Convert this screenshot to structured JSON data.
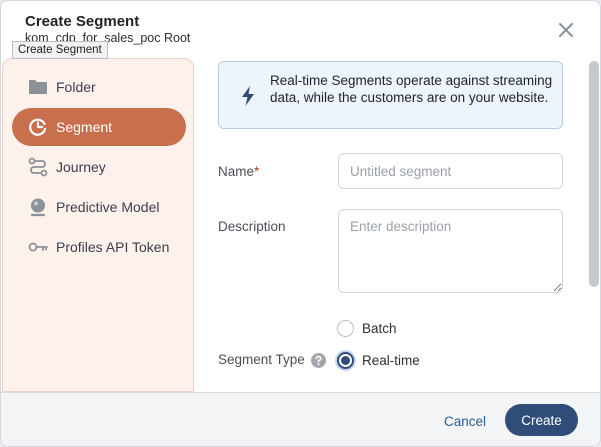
{
  "dialog": {
    "title": "Create Segment",
    "subtitle": "kom_cdp_for_sales_poc Root",
    "tooltip": "Create Segment",
    "close_icon": "close-icon"
  },
  "sidebar": {
    "items": [
      {
        "label": "Folder",
        "icon": "folder-icon",
        "active": false
      },
      {
        "label": "Segment",
        "icon": "segment-icon",
        "active": true
      },
      {
        "label": "Journey",
        "icon": "journey-icon",
        "active": false
      },
      {
        "label": "Predictive Model",
        "icon": "predictive-model-icon",
        "active": false
      },
      {
        "label": "Profiles API Token",
        "icon": "key-icon",
        "active": false
      }
    ]
  },
  "info": {
    "icon": "lightning-icon",
    "text": "Real-time Segments operate against streaming data, while the customers are on your website."
  },
  "form": {
    "name_label": "Name",
    "required_mark": "*",
    "name_value": "",
    "name_placeholder": "Untitled segment",
    "description_label": "Description",
    "description_value": "",
    "description_placeholder": "Enter description",
    "segment_type_label": "Segment Type",
    "segment_type_options": [
      {
        "label": "Batch",
        "selected": false
      },
      {
        "label": "Real-time",
        "selected": true
      }
    ]
  },
  "footer": {
    "cancel_label": "Cancel",
    "create_label": "Create"
  },
  "colors": {
    "accent": "#c8704e",
    "primary": "#2f4d78",
    "link": "#2f5d8f",
    "sidebar_bg": "#fdf1ec",
    "info_bg": "#eef4fb"
  }
}
